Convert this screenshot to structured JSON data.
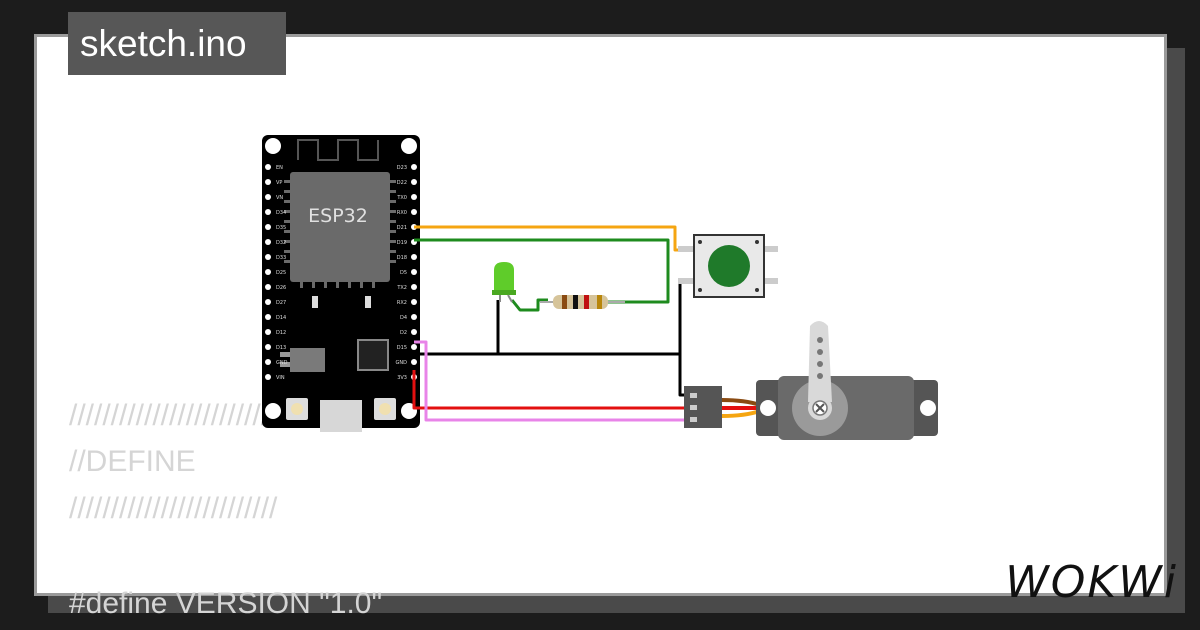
{
  "tab": {
    "label": "sketch.ino"
  },
  "code_preview": {
    "lines": [
      "/////////////////////////",
      "//DEFINE",
      "/////////////////////////",
      "#define VERSION \"1.0\""
    ]
  },
  "board": {
    "chip_label": "ESP32",
    "left_pins": [
      "EN",
      "VP",
      "VN",
      "D34",
      "D35",
      "D32",
      "D33",
      "D25",
      "D26",
      "D27",
      "D14",
      "D12",
      "D13",
      "GND",
      "VIN"
    ],
    "right_pins": [
      "D23",
      "D22",
      "TX0",
      "RX0",
      "D21",
      "D19",
      "D18",
      "D5",
      "TX2",
      "RX2",
      "D4",
      "D2",
      "D15",
      "GND",
      "3V3"
    ]
  },
  "brand": {
    "logo": "WOKWi"
  },
  "colors": {
    "background": "#1c1c1c",
    "card": "#ffffff",
    "tab": "#575757",
    "wire_orange": "#f5a511",
    "wire_green": "#1e8b1e",
    "wire_black": "#000000",
    "wire_red": "#e31010",
    "wire_pink": "#e884e8",
    "board": "#000000",
    "led": "#5fcc2a",
    "button": "#1f7a2a"
  }
}
